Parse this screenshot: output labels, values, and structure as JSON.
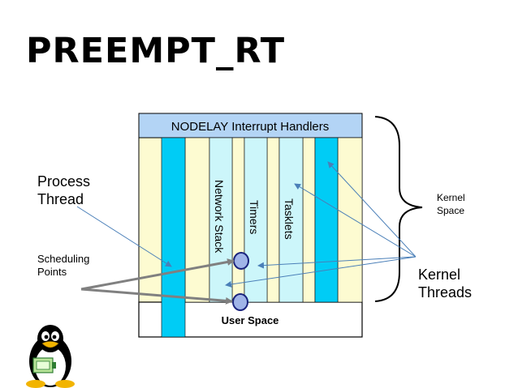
{
  "title": "PREEMPT_RT",
  "diagram": {
    "interrupt_handlers_label": "NODELAY Interrupt Handlers",
    "user_space_label": "User Space",
    "thread_labels": {
      "network_stack": "Network Stack",
      "timers": "Timers",
      "tasklets": "Tasklets"
    },
    "process_thread": [
      "Process",
      "Thread"
    ],
    "scheduling_points": [
      "Scheduling",
      "Points"
    ],
    "kernel_space": [
      "Kernel",
      "Space"
    ],
    "kernel_threads": [
      "Kernel",
      "Threads"
    ]
  },
  "colors": {
    "header_fill": "#b3d4f5",
    "cream_fill": "#fdfbd1",
    "light_cyan_fill": "#ccf6fa",
    "cyan_fill": "#00ccf5",
    "arrow_blue": "#4a7fb8",
    "arrow_gray": "#808080",
    "point_fill": "#a0b4e8",
    "point_stroke": "#1a237e"
  }
}
